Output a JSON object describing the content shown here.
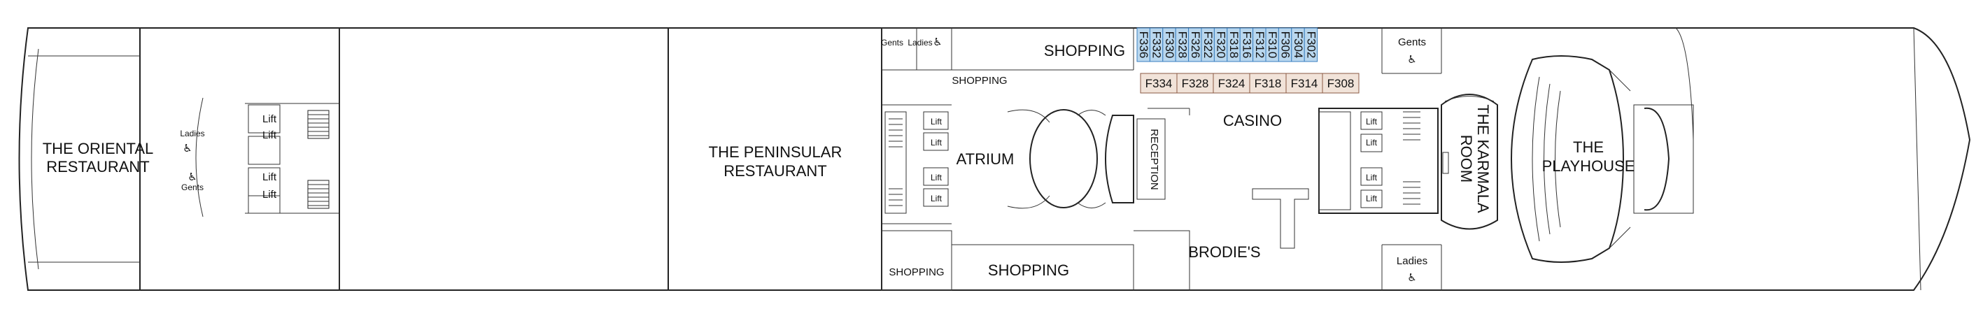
{
  "venues": {
    "oriental_restaurant": [
      "THE ORIENTAL",
      "RESTAURANT"
    ],
    "peninsular_restaurant": [
      "THE PENINSULAR",
      "RESTAURANT"
    ],
    "shopping": "SHOPPING",
    "atrium": "ATRIUM",
    "reception": "RECEPTION",
    "casino": "CASINO",
    "brodies": "BRODIE'S",
    "karmala_room": [
      "THE KARMALA",
      "ROOM"
    ],
    "playhouse": [
      "THE",
      "PLAYHOUSE"
    ]
  },
  "facilities": {
    "ladies": "Ladies",
    "gents": "Gents",
    "lift": "Lift",
    "accessible_icon": "wheelchair-icon"
  },
  "cabins_blue": [
    "F336",
    "F332",
    "F330",
    "F328",
    "F326",
    "F322",
    "F320",
    "F318",
    "F316",
    "F312",
    "F310",
    "F306",
    "F304",
    "F302"
  ],
  "cabins_tan": [
    "F334",
    "F328",
    "F324",
    "F318",
    "F314",
    "F308"
  ],
  "colors": {
    "blue_cabin_fill": "#b9d7ee",
    "blue_cabin_stroke": "#3a7fc0",
    "tan_cabin_fill": "#f1e3d9",
    "tan_cabin_stroke": "#8a5a44",
    "line": "#222222"
  }
}
